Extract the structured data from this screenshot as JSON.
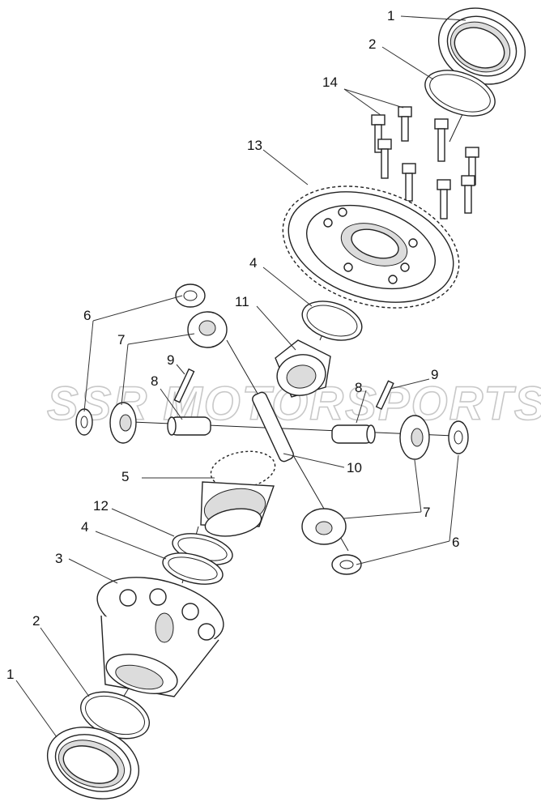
{
  "watermark": "SSR MOTORSPORTS",
  "callouts": {
    "c1_top": "1",
    "c2_top": "2",
    "c14": "14",
    "c13": "13",
    "c4_top": "4",
    "c11": "11",
    "c6_left": "6",
    "c7_left": "7",
    "c9_left": "9",
    "c8_left": "8",
    "c9_right": "9",
    "c8_right": "8",
    "c5": "5",
    "c10": "10",
    "c12": "12",
    "c4_bottom": "4",
    "c7_right": "7",
    "c6_right": "6",
    "c3": "3",
    "c2_bottom": "2",
    "c1_bottom": "1"
  },
  "colors": {
    "line": "#222222",
    "watermark": "#c8c8c8",
    "background": "#ffffff"
  }
}
